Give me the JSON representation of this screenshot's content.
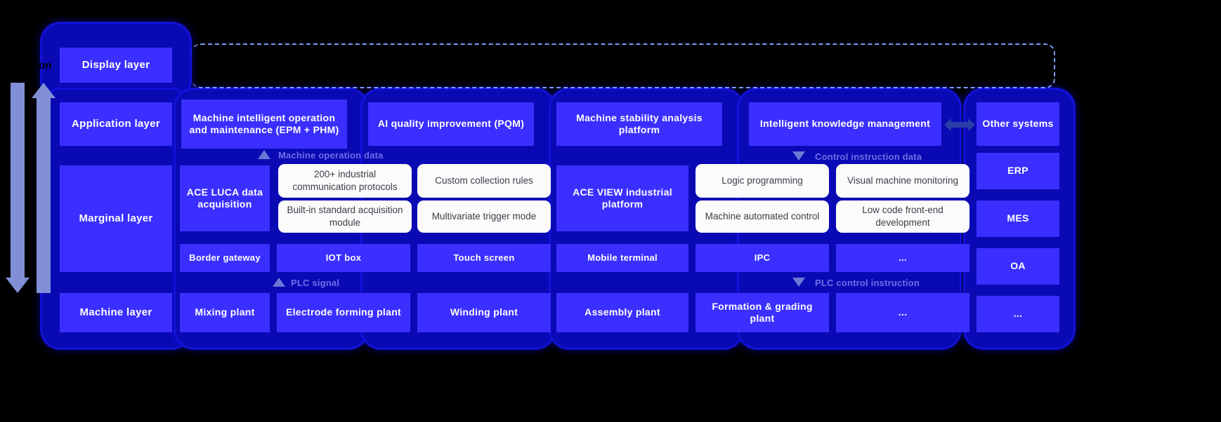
{
  "meta": {
    "background": "#000000",
    "cell_color": "#3a2fff",
    "capsule_color": "#0a0ab4",
    "pill_color": "#fbfbfb",
    "flow_label_color": "#6f6fe8",
    "arrow_color": "#8190d6",
    "dashed_color": "#7a9dff"
  },
  "edge_fragment": "tion",
  "rows": {
    "display": {
      "label": "Display layer"
    },
    "application": {
      "label": "Application layer",
      "cells": [
        "Machine intelligent operation and maintenance (EPM + PHM)",
        "AI quality improvement (PQM)",
        "Machine stability analysis platform",
        "Intelligent knowledge management"
      ],
      "other": "Other systems"
    },
    "marginal": {
      "label": "Marginal layer",
      "left_platform": "ACE LUCA data acquisition",
      "right_platform": "ACE VIEW industrial platform",
      "left_pills": [
        "200+ industrial communication protocols",
        "Custom collection rules",
        "Built-in standard acquisition module",
        "Multivariate trigger mode"
      ],
      "right_pills": [
        "Logic programming",
        "Visual machine monitoring",
        "Machine automated control",
        "Low code front-end development"
      ],
      "devices": [
        "Border gateway",
        "IOT box",
        "Touch screen",
        "Mobile terminal",
        "IPC",
        "..."
      ]
    },
    "machine": {
      "label": "Machine layer",
      "cells": [
        "Mixing plant",
        "Electrode forming plant",
        "Winding plant",
        "Assembly plant",
        "Formation & grading plant",
        "..."
      ]
    },
    "systems_column": [
      "ERP",
      "MES",
      "OA",
      "..."
    ]
  },
  "flows": {
    "machine_operation_data": "Machine operation data",
    "control_instruction_data": "Control instruction data",
    "plc_signal": "PLC signal",
    "plc_control_instruction": "PLC control instruction"
  }
}
